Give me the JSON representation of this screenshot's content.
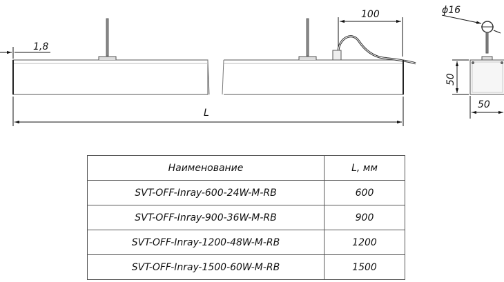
{
  "drawing": {
    "dims": {
      "offset": "1,8",
      "cable_length": "100",
      "length": "L",
      "diameter": "ϕ16",
      "height": "50",
      "width": "50"
    }
  },
  "table": {
    "headers": [
      "Наименование",
      "L, мм"
    ],
    "rows": [
      [
        "SVT-OFF-Inray-600-24W-M-RB",
        "600"
      ],
      [
        "SVT-OFF-Inray-900-36W-M-RB",
        "900"
      ],
      [
        "SVT-OFF-Inray-1200-48W-M-RB",
        "1200"
      ],
      [
        "SVT-OFF-Inray-1500-60W-M-RB",
        "1500"
      ]
    ]
  }
}
